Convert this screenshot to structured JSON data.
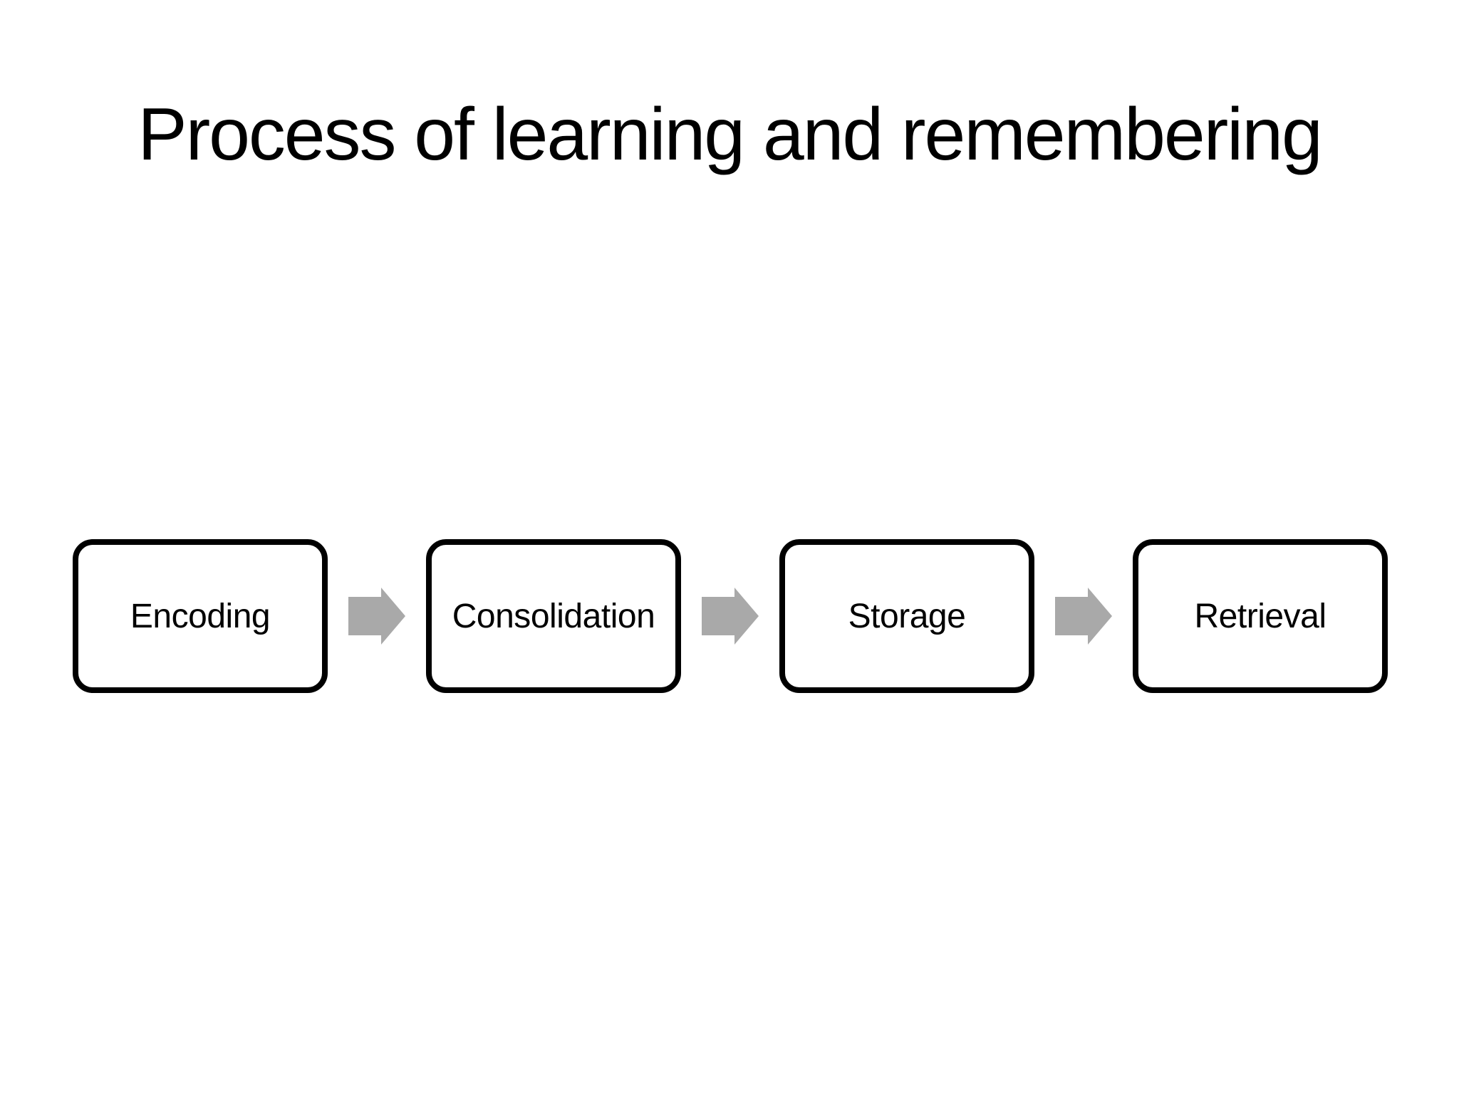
{
  "slide": {
    "title": "Process of learning and remembering"
  },
  "diagram": {
    "type": "process-flow",
    "steps": [
      {
        "label": "Encoding"
      },
      {
        "label": "Consolidation"
      },
      {
        "label": "Storage"
      },
      {
        "label": "Retrieval"
      }
    ],
    "connector_icon": "right-block-arrow",
    "colors": {
      "arrow": "#a9a9a9",
      "box_border": "#000000",
      "text": "#000000",
      "background": "#ffffff"
    }
  }
}
